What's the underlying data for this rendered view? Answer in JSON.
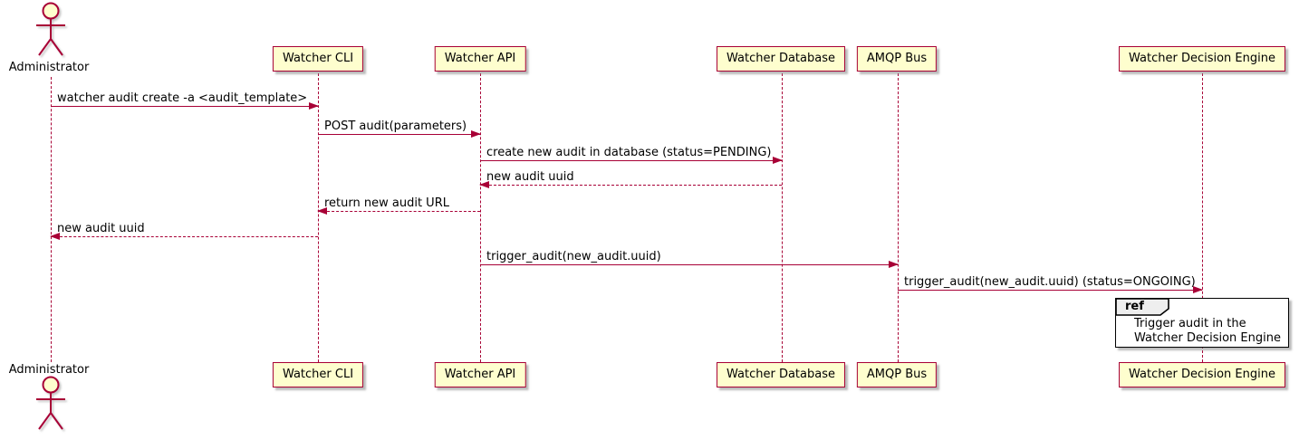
{
  "diagram_type": "uml-sequence-diagram",
  "participants": [
    {
      "name": "administrator",
      "label": "Administrator",
      "type": "actor"
    },
    {
      "name": "watcher-cli",
      "label": "Watcher CLI",
      "type": "participant"
    },
    {
      "name": "watcher-api",
      "label": "Watcher API",
      "type": "participant"
    },
    {
      "name": "watcher-database",
      "label": "Watcher Database",
      "type": "participant"
    },
    {
      "name": "amqp-bus",
      "label": "AMQP Bus",
      "type": "participant"
    },
    {
      "name": "watcher-decision-engine",
      "label": "Watcher Decision Engine",
      "type": "participant"
    }
  ],
  "messages": [
    {
      "label": "watcher audit create -a <audit_template>",
      "from": "Administrator",
      "to": "Watcher CLI",
      "line": "solid",
      "direction": "right"
    },
    {
      "label": "POST audit(parameters)",
      "from": "Watcher CLI",
      "to": "Watcher API",
      "line": "solid",
      "direction": "right"
    },
    {
      "label": "create new audit in database (status=PENDING)",
      "from": "Watcher API",
      "to": "Watcher Database",
      "line": "solid",
      "direction": "right"
    },
    {
      "label": "new audit uuid",
      "from": "Watcher Database",
      "to": "Watcher API",
      "line": "dashed",
      "direction": "left"
    },
    {
      "label": "return new audit URL",
      "from": "Watcher API",
      "to": "Watcher CLI",
      "line": "dashed",
      "direction": "left"
    },
    {
      "label": "new audit uuid",
      "from": "Watcher CLI",
      "to": "Administrator",
      "line": "dashed",
      "direction": "left"
    },
    {
      "label": "trigger_audit(new_audit.uuid)",
      "from": "Watcher API",
      "to": "AMQP Bus",
      "line": "solid",
      "direction": "right"
    },
    {
      "label": "trigger_audit(new_audit.uuid) (status=ONGOING)",
      "from": "AMQP Bus",
      "to": "Watcher Decision Engine",
      "line": "solid",
      "direction": "right"
    }
  ],
  "ref": {
    "keyword": "ref",
    "line1": "Trigger audit in the",
    "line2": "Watcher Decision Engine",
    "over": "Watcher Decision Engine"
  },
  "colors": {
    "participant_fill": "#FEFECE",
    "line_accent": "#A80036",
    "text": "#000000",
    "ref_header_fill": "#EEEEEE",
    "ref_border": "#000000",
    "background": "#FFFFFF"
  }
}
